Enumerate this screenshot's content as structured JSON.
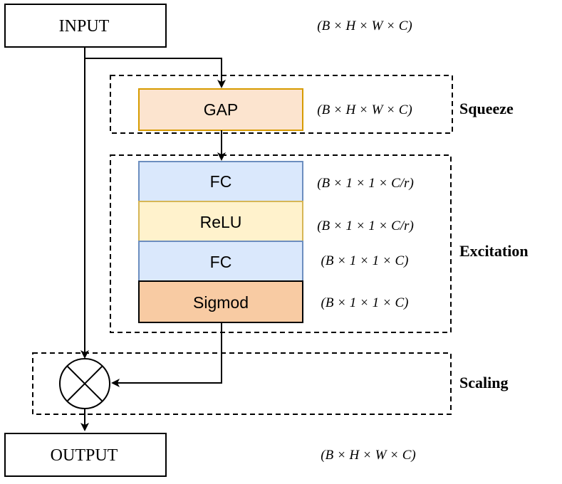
{
  "nodes": {
    "input": "INPUT",
    "output": "OUTPUT",
    "gap": "GAP",
    "fc1": "FC",
    "relu": "ReLU",
    "fc2": "FC",
    "sigmoid": "Sigmod",
    "multiply_symbol": "×"
  },
  "shapes": {
    "input": "(B × H × W × C)",
    "gap": "(B × H × W × C)",
    "fc1": "(B × 1 × 1 × C/r)",
    "relu": "(B × 1 × 1 × C/r)",
    "fc2": "(B × 1 × 1 × C)",
    "sigmoid": "(B × 1 × 1 × C)",
    "output": "(B × H × W × C)"
  },
  "sections": {
    "squeeze": "Squeeze",
    "excitation": "Excitation",
    "scaling": "Scaling"
  },
  "colors": {
    "gap_fill": "#fce4cf",
    "gap_stroke": "#d79b00",
    "fc_fill": "#dae8fc",
    "fc_stroke": "#6c8ebf",
    "relu_fill": "#fff2cc",
    "relu_stroke": "#d6b656",
    "sigmoid_fill": "#f8cba3",
    "sigmoid_stroke": "#000000"
  }
}
